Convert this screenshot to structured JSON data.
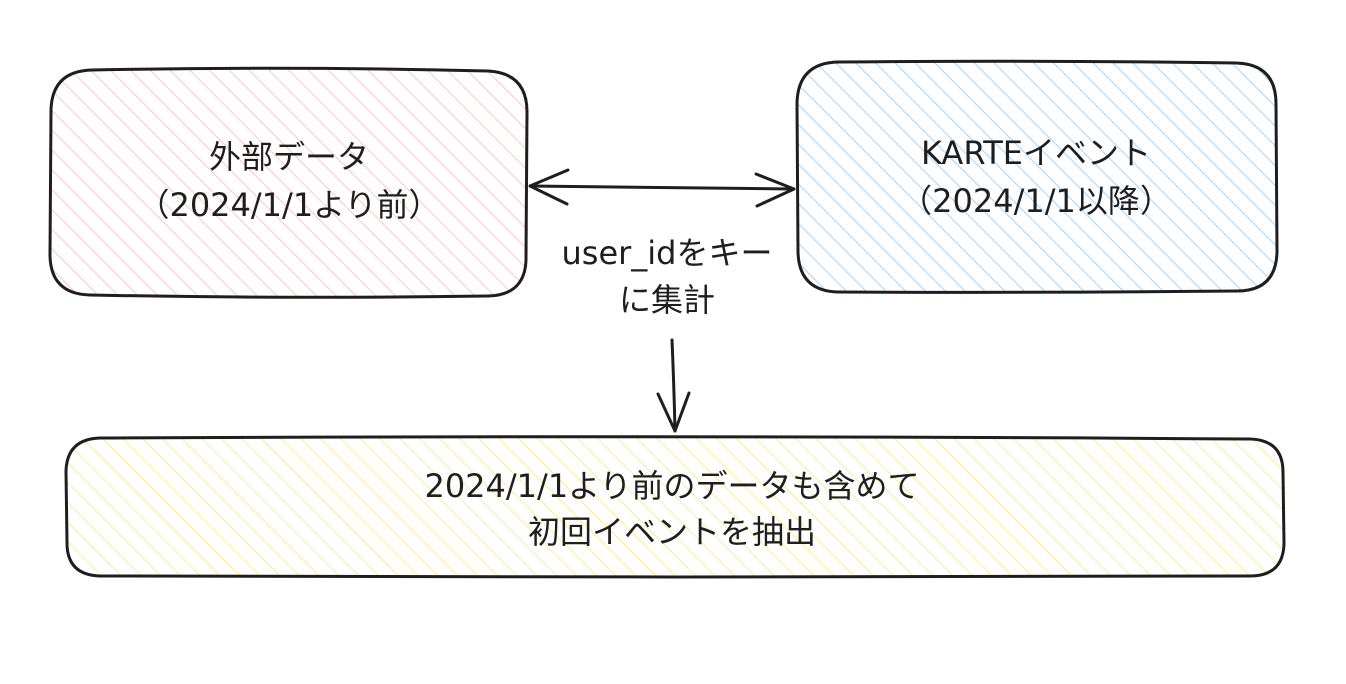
{
  "diagram": {
    "nodes": [
      {
        "id": "external-data",
        "lines": [
          "外部データ",
          "（2024/1/1より前）"
        ],
        "fill": "#ffc9c9"
      },
      {
        "id": "karte-events",
        "lines": [
          "KARTEイベント",
          "（2024/1/1以降）"
        ],
        "fill": "#a5d8ff"
      },
      {
        "id": "first-event-extraction",
        "lines": [
          "2024/1/1より前のデータも含めて",
          "初回イベントを抽出"
        ],
        "fill": "#ffec99"
      }
    ],
    "edges": [
      {
        "from": "external-data",
        "to": "karte-events",
        "direction": "both",
        "label_lines": [
          "user_idをキー",
          "に集計"
        ]
      },
      {
        "from": "join",
        "to": "first-event-extraction",
        "direction": "forward"
      }
    ],
    "colors": {
      "stroke": "#1e1e1e",
      "text": "#1e1e1e"
    }
  }
}
